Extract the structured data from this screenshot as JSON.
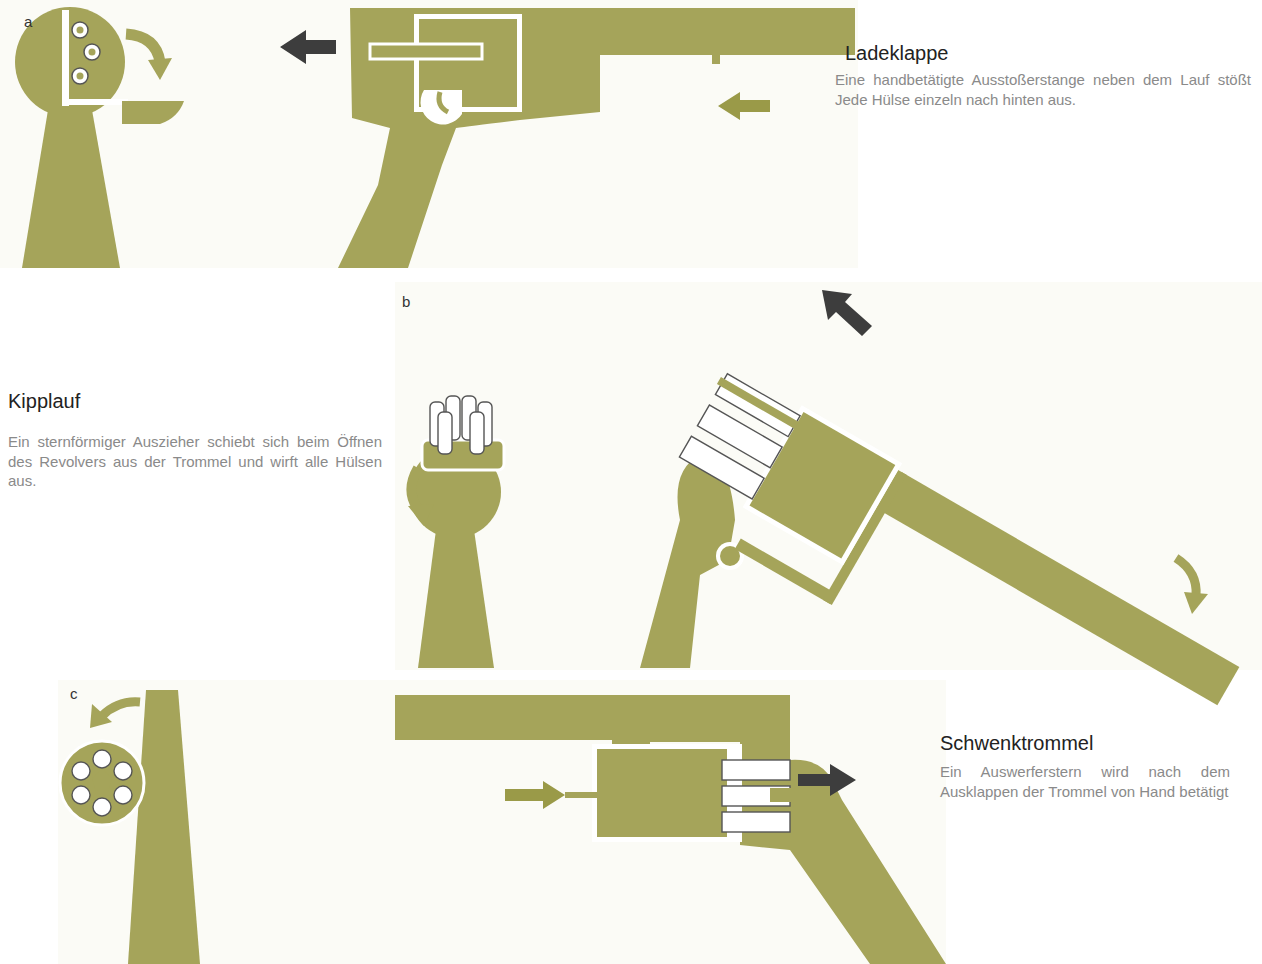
{
  "diagram": {
    "labels": [
      "a",
      "Ladeklappe",
      "Eine handbetätigte Ausstoßerstange neben dem Lauf stößt Jede Hülse einzeln nach hinten aus.",
      "b",
      "Kipplauf",
      "Ein sternförmiger Auszieher schiebt sich beim Öffnen des Revolvers aus der Trommel und wirft alle Hülsen aus.",
      "c",
      "Schwenktrommel",
      "Ein Auswerferstern wird nach dem Ausklappen der Trommel von Hand betätigt"
    ]
  }
}
